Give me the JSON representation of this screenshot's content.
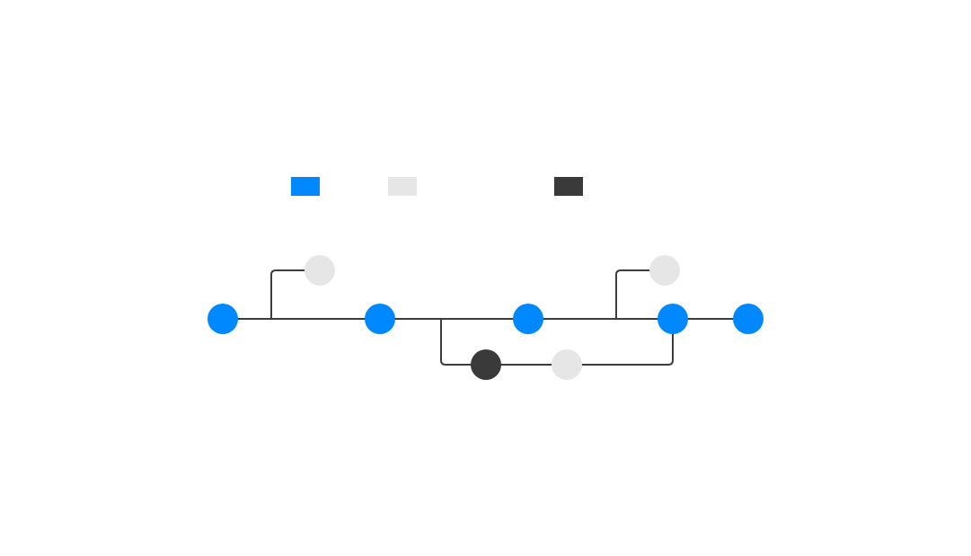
{
  "legend": [
    {
      "color": "#0088ff"
    },
    {
      "color": "#e6e6e6"
    },
    {
      "color": "#3a3a3a"
    }
  ],
  "colors": {
    "line": "#3c3c3c",
    "main_commit": "#0088ff",
    "side_commit": "#e6e6e6",
    "feature_commit": "#3a3a3a",
    "background": "#ffffff"
  },
  "nodes": [
    {
      "id": "main-1",
      "kind": "main_commit"
    },
    {
      "id": "side-1",
      "kind": "side_commit"
    },
    {
      "id": "main-2",
      "kind": "main_commit"
    },
    {
      "id": "feature-1",
      "kind": "feature_commit"
    },
    {
      "id": "side-2",
      "kind": "side_commit"
    },
    {
      "id": "main-3",
      "kind": "main_commit"
    },
    {
      "id": "side-3",
      "kind": "side_commit"
    },
    {
      "id": "main-4",
      "kind": "main_commit"
    },
    {
      "id": "main-5",
      "kind": "main_commit"
    }
  ]
}
